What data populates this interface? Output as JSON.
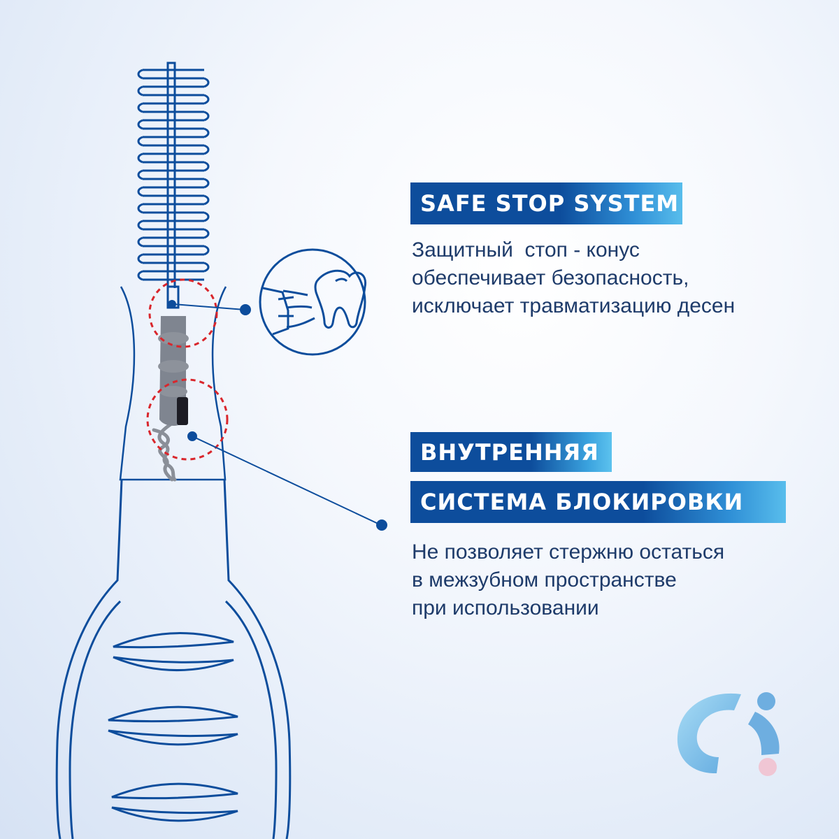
{
  "colors": {
    "outline": "#0d4d9c",
    "badge_dark": "#0d4d9c",
    "badge_light": "#58bdec",
    "text": "#1e3b6a",
    "callout_circle": "#d9262c",
    "core_gray": "#7f8590",
    "logo_blue": "#6eaee0",
    "logo_pink": "#f0c6d4"
  },
  "safe_stop": {
    "title": "SAFE STOP SYSTEM",
    "lines": [
      "Защитный  стоп - конус",
      "обеспечивает безопасность,",
      "исключает травматизацию десен"
    ]
  },
  "locking": {
    "title_line1": "ВНУТРЕННЯЯ",
    "title_line2": "СИСТЕМА БЛОКИРОВКИ",
    "lines": [
      "Не позволяет стержню остаться",
      "в межзубном пространстве",
      "при использовании"
    ]
  },
  "icons": {
    "detail": "tooth-and-brush-icon",
    "logo": "brand-logo-icon"
  }
}
